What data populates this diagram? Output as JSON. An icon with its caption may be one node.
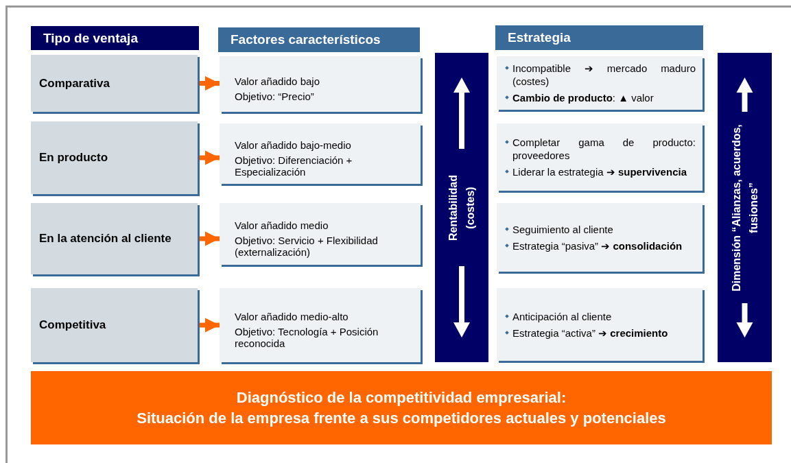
{
  "diagram": {
    "nodes": [
      {
        "text": [
          "Tipo de ventaja"
        ]
      },
      {
        "text": [
          "Factores característicos"
        ]
      },
      {
        "text": [
          "Estrategia"
        ]
      },
      {
        "text": [
          "Comparativa"
        ]
      },
      {
        "text": [
          "En producto"
        ]
      },
      {
        "text": [
          "En la atención al cliente"
        ]
      },
      {
        "text": [
          "Competitiva"
        ]
      },
      {
        "text": [
          "Valor añadido bajo",
          "Objetivo: “Precio”"
        ]
      },
      {
        "text": [
          "Valor añadido bajo-medio",
          "Objetivo: Diferenciación + Especialización"
        ]
      },
      {
        "text": [
          "Valor añadido medio",
          "Objetivo: Servicio + Flexibilidad (externalización)"
        ]
      },
      {
        "text": [
          "Valor añadido medio-alto",
          "Objetivo: Tecnología + Posición reconocida"
        ]
      },
      {
        "text": [
          "Rentabilidad (costes)"
        ]
      },
      {
        "text": [
          "Incompatible ➔ mercado maduro (costes)",
          "**Cambio de producto**: ▲ valor"
        ]
      },
      {
        "text": [
          "Completar gama de producto: proveedores",
          "Liderar la estrategia ➔ **supervivencia**"
        ]
      },
      {
        "text": [
          "Seguimiento al cliente",
          "Estrategia “pasiva” ➔ **consolidación**"
        ]
      },
      {
        "text": [
          "Anticipación al cliente",
          "Estrategia “activa” ➔ **crecimiento**"
        ]
      },
      {
        "text": [
          "Dimensión “Alianzas, acuerdos, fusiones”"
        ]
      },
      {
        "text": [
          "Diagnóstico de la competitividad empresarial:",
          "Situación de la empresa frente a sus competidores actuales y potenciales"
        ]
      }
    ],
    "edges": [
      {
        "from": 3,
        "to": 7,
        "arrow": "to"
      },
      {
        "from": 4,
        "to": 8,
        "arrow": "to"
      },
      {
        "from": 5,
        "to": 9,
        "arrow": "to"
      },
      {
        "from": 6,
        "to": 10,
        "arrow": "to"
      }
    ]
  }
}
